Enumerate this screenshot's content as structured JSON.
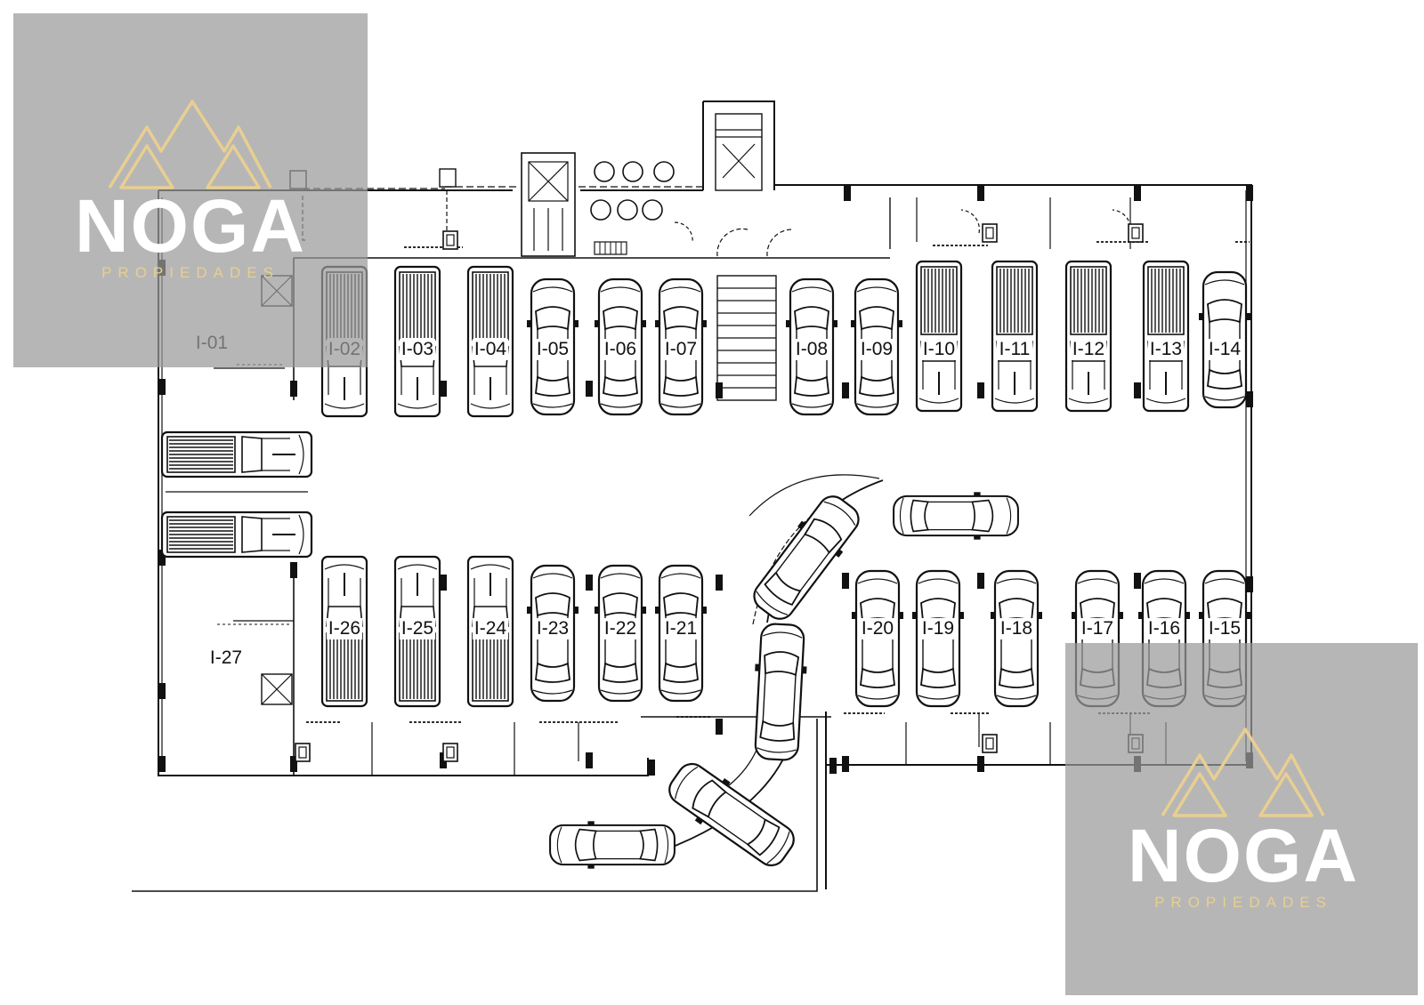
{
  "brand": {
    "name": "NOGA",
    "tagline": "PROPIEDADES",
    "logo_color": "#e8cf91",
    "watermark_fill": "#9a9a9a"
  },
  "plan": {
    "line_color": "#111111",
    "spots_top": [
      "I-02",
      "I-03",
      "I-04",
      "I-05",
      "I-06",
      "I-07",
      "I-08",
      "I-09",
      "I-10",
      "I-11",
      "I-12",
      "I-13",
      "I-14"
    ],
    "spots_bottom": [
      "I-26",
      "I-25",
      "I-24",
      "I-23",
      "I-22",
      "I-21",
      "I-20",
      "I-19",
      "I-18",
      "I-17",
      "I-16",
      "I-15"
    ],
    "spot_left_top": "I-01",
    "spot_left_bottom": "I-27"
  }
}
